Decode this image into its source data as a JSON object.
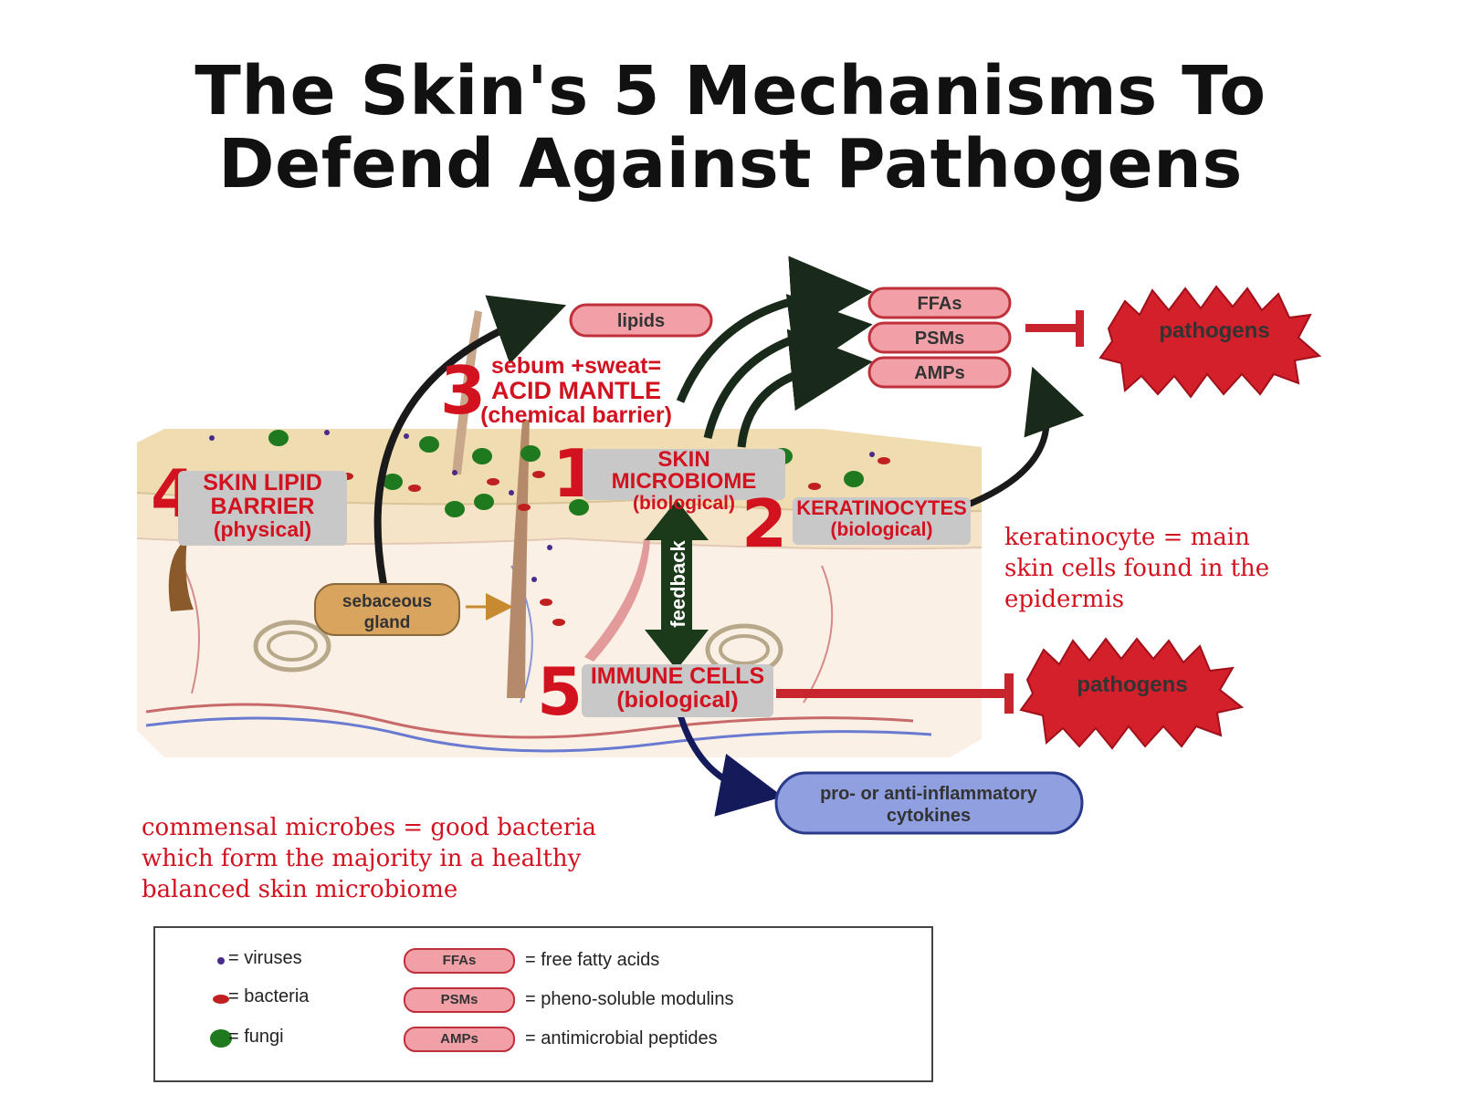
{
  "title": {
    "line1": "The Skin's 5 Mechanisms To",
    "line2": "Defend Against Pathogens"
  },
  "pills": {
    "lipids": "lipids",
    "ffas": "FFAs",
    "psms": "PSMs",
    "amps": "AMPs",
    "sebaceous_line1": "sebaceous",
    "sebaceous_line2": "gland",
    "cytokines_line1": "pro- or anti-inflammatory",
    "cytokines_line2": "cytokines",
    "pathogens_top": "pathogens",
    "pathogens_bottom": "pathogens",
    "feedback": "feedback"
  },
  "mechanisms": {
    "m1": {
      "number": "1",
      "line1": "SKIN MICROBIOME",
      "line2": "(biological)"
    },
    "m2": {
      "number": "2",
      "line1": "KERATINOCYTES",
      "line2": "(biological)"
    },
    "m3": {
      "number": "3",
      "line1": "sebum +sweat=",
      "line2": "ACID MANTLE",
      "line3": "(chemical barrier)"
    },
    "m4": {
      "number": "4",
      "line1": "SKIN LIPID",
      "line2": "BARRIER",
      "line3": "(physical)"
    },
    "m5": {
      "number": "5",
      "line1": "IMMUNE CELLS",
      "line2": "(biological)"
    }
  },
  "notes": {
    "keratinocyte": [
      "keratinocyte = main",
      "skin cells found in the",
      "epidermis"
    ],
    "commensal": [
      "commensal microbes = good  bacteria",
      "which form the majority in a healthy",
      "balanced skin microbiome"
    ]
  },
  "legend": {
    "viruses": "= viruses",
    "bacteria": "= bacteria",
    "fungi": "= fungi",
    "ffas_pill": "FFAs",
    "psms_pill": "PSMs",
    "amps_pill": "AMPs",
    "ffas_def": "= free fatty acids",
    "psms_def": "= pheno-soluble modulins",
    "amps_def": "= antimicrobial peptides"
  },
  "colors": {
    "accent_red": "#d3121f",
    "pill_pink": "#f0a0a6",
    "pill_border": "#c0303a",
    "arrow_dark": "#1a2a1a",
    "cytokine_blue": "#8f9fe0",
    "gland_tan": "#d9a45e"
  }
}
